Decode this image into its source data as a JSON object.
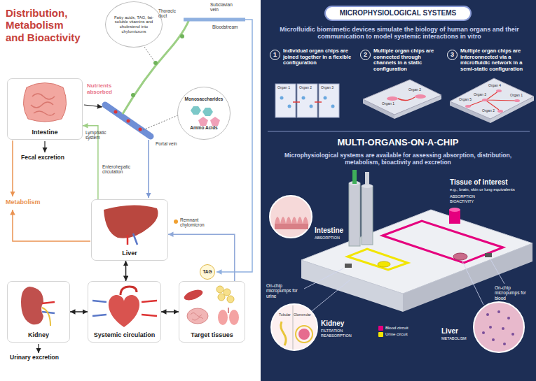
{
  "diagram": {
    "title": "Distribution, Metabolism and Bioactivity",
    "nodes": [
      {
        "text": [
          "Intestine"
        ]
      },
      {
        "text": [
          "Fatty acids, TAG, fat-soluble vitamins and cholesterol into chylomicrons"
        ]
      },
      {
        "text": [
          "Monosaccharides",
          "Amino Acids"
        ]
      },
      {
        "text": [
          "Liver"
        ]
      },
      {
        "text": [
          "Kidney"
        ]
      },
      {
        "text": [
          "Systemic circulation"
        ]
      },
      {
        "text": [
          "TAG"
        ]
      },
      {
        "text": [
          "Target tissues"
        ]
      },
      {
        "text": [
          "MICROPHYSIOLOGICAL SYSTEMS"
        ]
      },
      {
        "text": [
          "1"
        ]
      },
      {
        "text": [
          "2"
        ]
      },
      {
        "text": [
          "3"
        ]
      }
    ],
    "edges": [
      {
        "from": 3,
        "to": 0,
        "arrow": "to"
      },
      {
        "from": 3,
        "to": 5,
        "arrow": "both"
      },
      {
        "from": 4,
        "to": 5,
        "arrow": "both"
      },
      {
        "from": 5,
        "to": 7,
        "arrow": "both"
      },
      {
        "from": 7,
        "to": 3,
        "arrow": "to"
      }
    ],
    "labels": [
      "Nutrients absorbed",
      "Thoracic duct",
      "Subclavian vein",
      "Bloodstream",
      "Lymphatic system",
      "Portal vein",
      "Fecal excretion",
      "Metabolism",
      "Enterohepatic circulation",
      "Remnant chylomicron",
      "Urinary excretion",
      "Microfluidic biomimetic devices simulate the biology of human organs and their communication to model systemic interactions in vitro",
      "Individual organ chips are joined together in a flexible configuration",
      "Multiple organ chips are connected through channels in a static configuration",
      "Multiple organ chips are interconnected via a microfluidic network in a semi-static configuration",
      "Organ 1",
      "Organ 2",
      "Organ 3",
      "Organ 2",
      "Organ 1",
      "Organ 4",
      "Organ 5",
      "Organ 3",
      "Organ 2",
      "Organ 1",
      "MULTI-ORGANS-ON-A-CHIP",
      "Microphysiological systems are available for assessing absorption, distribution, metabolism, bioactivity and excretion",
      "Intestine",
      "ABSORPTION",
      "Tissue of interest",
      "e.g., brain, skin or lung equivalents",
      "ABSORPTION",
      "BIOACTIVITY",
      "On-chip micropumps for urine",
      "On-chip micropumps for blood",
      "Tubular",
      "Glomerular",
      "Kidney",
      "FILTRATION",
      "REABSORPTION",
      "Liver",
      "METABOLISM"
    ],
    "legend": [
      {
        "text": "Blood circuit",
        "color": "#e5007e"
      },
      {
        "text": "Urine circuit",
        "color": "#f2e500"
      }
    ]
  }
}
